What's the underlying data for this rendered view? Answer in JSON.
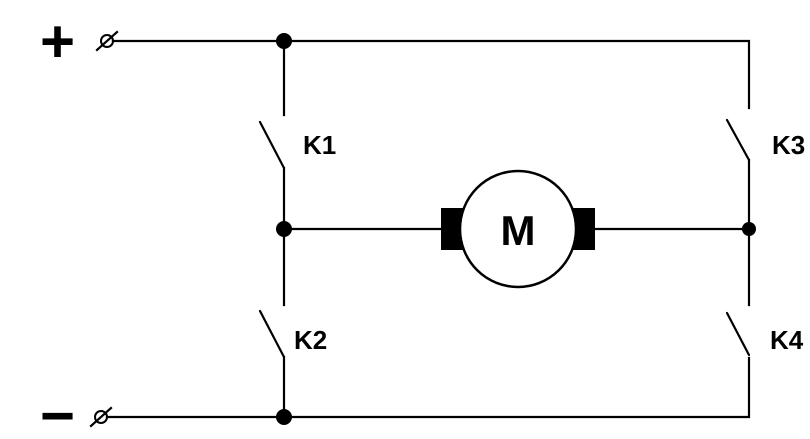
{
  "diagram": {
    "power": {
      "positive_sign": "+",
      "negative_sign": "−"
    },
    "motor": {
      "label": "M"
    },
    "switches": [
      {
        "id": "k1",
        "label": "K1"
      },
      {
        "id": "k2",
        "label": "K2"
      },
      {
        "id": "k3",
        "label": "K3"
      },
      {
        "id": "k4",
        "label": "K4"
      }
    ],
    "colors": {
      "line": "#000000",
      "background": "#ffffff"
    }
  }
}
